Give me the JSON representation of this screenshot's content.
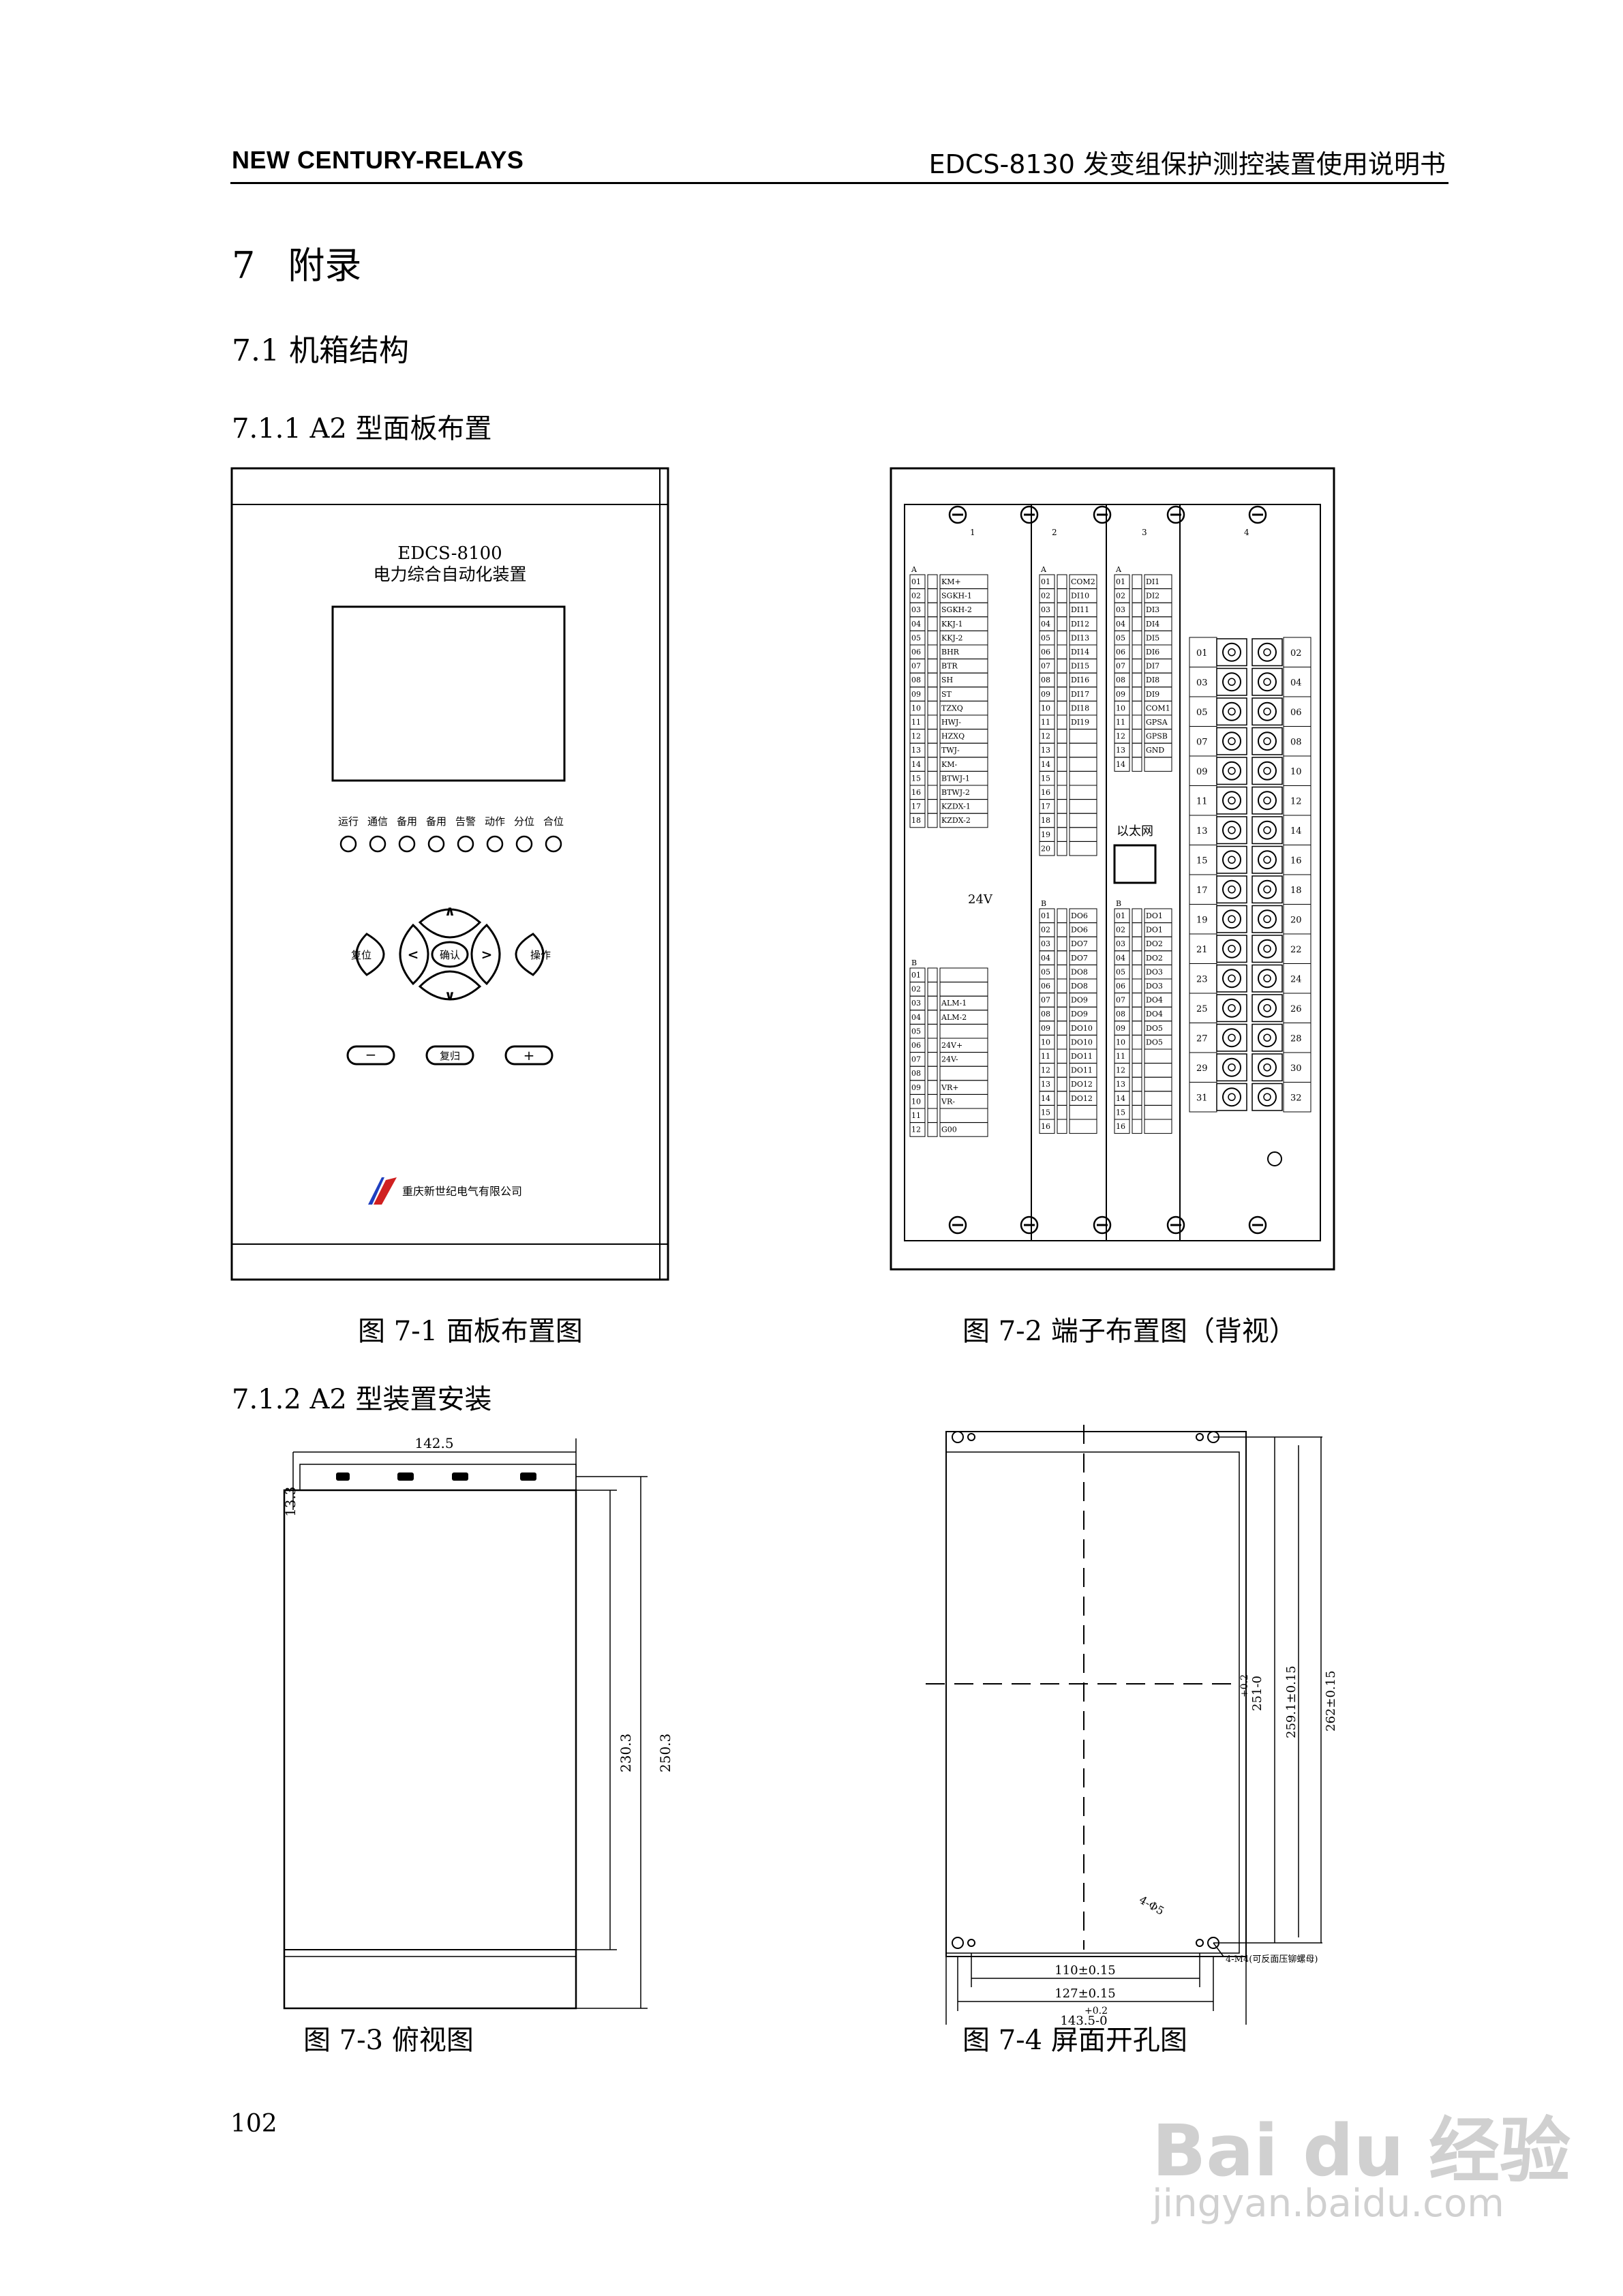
{
  "header": {
    "left": "NEW CENTURY-RELAYS",
    "right": "EDCS-8130 发变组保护测控装置使用说明书"
  },
  "section": {
    "number": "7",
    "title": "附录"
  },
  "subsection": "7.1  机箱结构",
  "subsub_1": "7.1.1  A2 型面板布置",
  "subsub_2": "7.1.2  A2 型装置安装",
  "fig1": {
    "caption": "图 7-1   面板布置图",
    "model": "EDCS-8100",
    "device_name": "电力综合自动化装置",
    "led_labels": [
      "运行",
      "通信",
      "备用",
      "备用",
      "告警",
      "动作",
      "分位",
      "合位"
    ],
    "keys": {
      "confirm": "确认",
      "reset_left": "复位",
      "operate": "操作",
      "minus": "−",
      "reset": "复归",
      "plus": "+"
    },
    "company": "重庆新世纪电气有限公司"
  },
  "fig2": {
    "caption": "图 7-2   端子布置图（背视）",
    "card1_A_signals": [
      "KM+",
      "SGKH-1",
      "SGKH-2",
      "KKJ-1",
      "KKJ-2",
      "BHR",
      "BTR",
      "SH",
      "ST",
      "TZXQ",
      "HWJ-",
      "HZXQ",
      "TWJ-",
      "KM-",
      "BTWJ-1",
      "BTWJ-2",
      "KZDX-1",
      "KZDX-2"
    ],
    "card1_B_signals": [
      "",
      "",
      "ALM-1",
      "ALM-2",
      "",
      "24V+",
      "24V-",
      "",
      "VR+",
      "VR-",
      "",
      "G00"
    ],
    "power_label": "24V",
    "card2_A_signals": [
      "COM2",
      "DI10",
      "DI11",
      "DI12",
      "DI13",
      "DI14",
      "DI15",
      "DI16",
      "DI17",
      "DI18",
      "DI19"
    ],
    "card3_A_signals": [
      "DI1",
      "DI2",
      "DI3",
      "DI4",
      "DI5",
      "DI6",
      "DI7",
      "DI8",
      "DI9",
      "COM1",
      "GPSA",
      "GPSB",
      "GND"
    ],
    "card2_B_signals": [
      "DO6",
      "DO6",
      "DO7",
      "DO7",
      "DO8",
      "DO8",
      "DO9",
      "DO9",
      "DO10",
      "DO10",
      "DO11",
      "DO11",
      "DO12",
      "DO12"
    ],
    "card3_B_signals": [
      "DO1",
      "DO1",
      "DO2",
      "DO2",
      "DO3",
      "DO3",
      "DO4",
      "DO4",
      "DO5",
      "DO5"
    ],
    "ethernet_label": "以太网",
    "slot_labels": [
      "1",
      "2",
      "3",
      "4"
    ],
    "terminal_left": [
      "01",
      "03",
      "05",
      "07",
      "09",
      "11",
      "13",
      "15",
      "17",
      "19",
      "21",
      "23",
      "25",
      "27",
      "29",
      "31"
    ],
    "terminal_right": [
      "02",
      "04",
      "06",
      "08",
      "10",
      "12",
      "14",
      "16",
      "18",
      "20",
      "22",
      "24",
      "26",
      "28",
      "30",
      "32"
    ]
  },
  "fig3": {
    "caption": "图 7-3   俯视图",
    "dim_width": "142.5",
    "dim_offset": "13.3",
    "dim_inner": "230.3",
    "dim_outer": "250.3"
  },
  "fig4": {
    "caption": "图 7-4   屏面开孔图",
    "dim_h1": "110±0.15",
    "dim_h2": "127±0.15",
    "dim_h3_tol": "+0.2",
    "dim_h3": "143.5-0",
    "dim_v1": "251-0",
    "dim_v1_tol": "+0.2",
    "dim_v2": "259.1±0.15",
    "dim_v3": "262±0.15",
    "hole_label": "4-Φ5",
    "screw_label": "4-M4(可反面压铆螺母)"
  },
  "page_number": "102",
  "watermark": {
    "brand": "Bai du 经验",
    "url": "jingyan.baidu.com"
  }
}
